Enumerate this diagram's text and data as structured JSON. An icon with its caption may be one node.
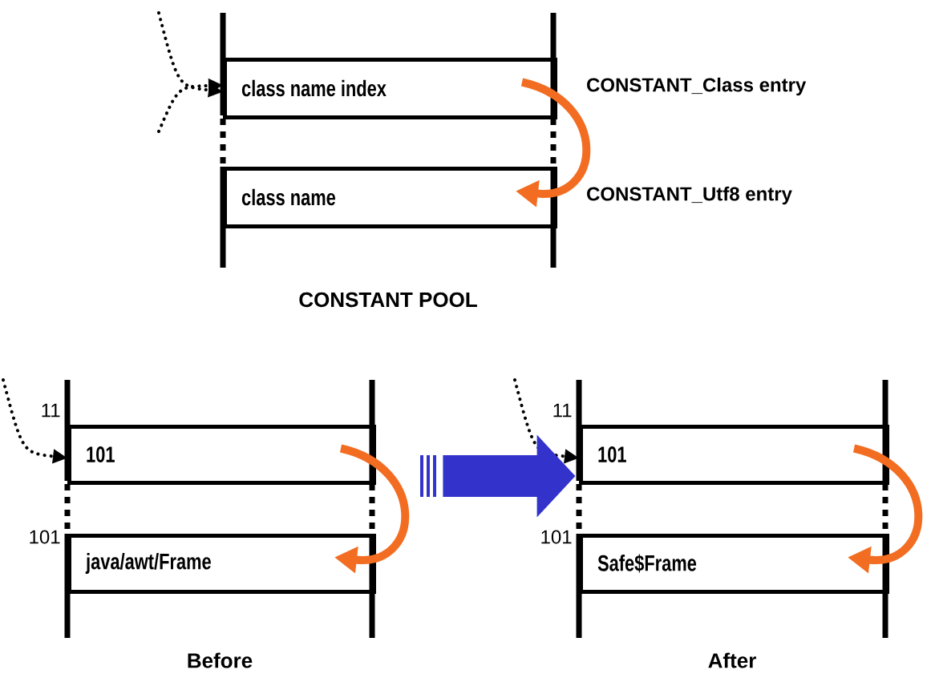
{
  "diagram": {
    "nodes": [
      {
        "text": [
          "CONSTANT POOL"
        ]
      },
      {
        "text": [
          "class name index"
        ],
        "in": 0,
        "beside": [
          "CONSTANT_Class entry"
        ]
      },
      {
        "text": [
          "class name"
        ],
        "in": 0,
        "beside": [
          "CONSTANT_Utf8 entry"
        ]
      },
      {
        "text": [
          "Before"
        ]
      },
      {
        "text": [
          "101"
        ],
        "in": 3,
        "beside": [
          "11"
        ]
      },
      {
        "text": [
          "java/awt/Frame"
        ],
        "in": 3,
        "beside": [
          "101"
        ]
      },
      {
        "text": [
          "After"
        ]
      },
      {
        "text": [
          "101"
        ],
        "in": 6,
        "beside": [
          "11"
        ]
      },
      {
        "text": [
          "Safe$Frame"
        ],
        "in": 6,
        "beside": [
          "101"
        ]
      }
    ],
    "edges": [
      {
        "from": null,
        "to": 1,
        "arrow": "to",
        "style": "dashed",
        "color": "#000000"
      },
      {
        "from": null,
        "to": 1,
        "arrow": "to",
        "style": "dashed",
        "color": "#000000"
      },
      {
        "from": 1,
        "to": 2,
        "arrow": "to",
        "style": "thick",
        "color": "#f26d21"
      },
      {
        "from": null,
        "to": 4,
        "arrow": "to",
        "style": "dashed",
        "color": "#000000"
      },
      {
        "from": 4,
        "to": 5,
        "arrow": "to",
        "style": "thick",
        "color": "#f26d21"
      },
      {
        "from": null,
        "to": 7,
        "arrow": "to",
        "style": "dashed",
        "color": "#000000"
      },
      {
        "from": 7,
        "to": 8,
        "arrow": "to",
        "style": "thick",
        "color": "#f26d21"
      },
      {
        "from": 3,
        "to": 6,
        "arrow": "to",
        "style": "thick",
        "color": "#3333cc"
      }
    ]
  }
}
